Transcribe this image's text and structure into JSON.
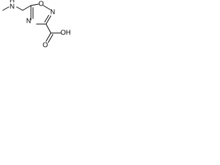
{
  "molecule": {
    "atom_labels": {
      "n_methyl": "N",
      "h_amine": "H",
      "o_ring": "O",
      "n_ring_upper": "N",
      "n_ring_lower": "N",
      "o_carbonyl": "O",
      "oh": "OH"
    },
    "colors": {
      "bond": "#000000",
      "label": "#000000",
      "background": "#ffffff"
    }
  }
}
